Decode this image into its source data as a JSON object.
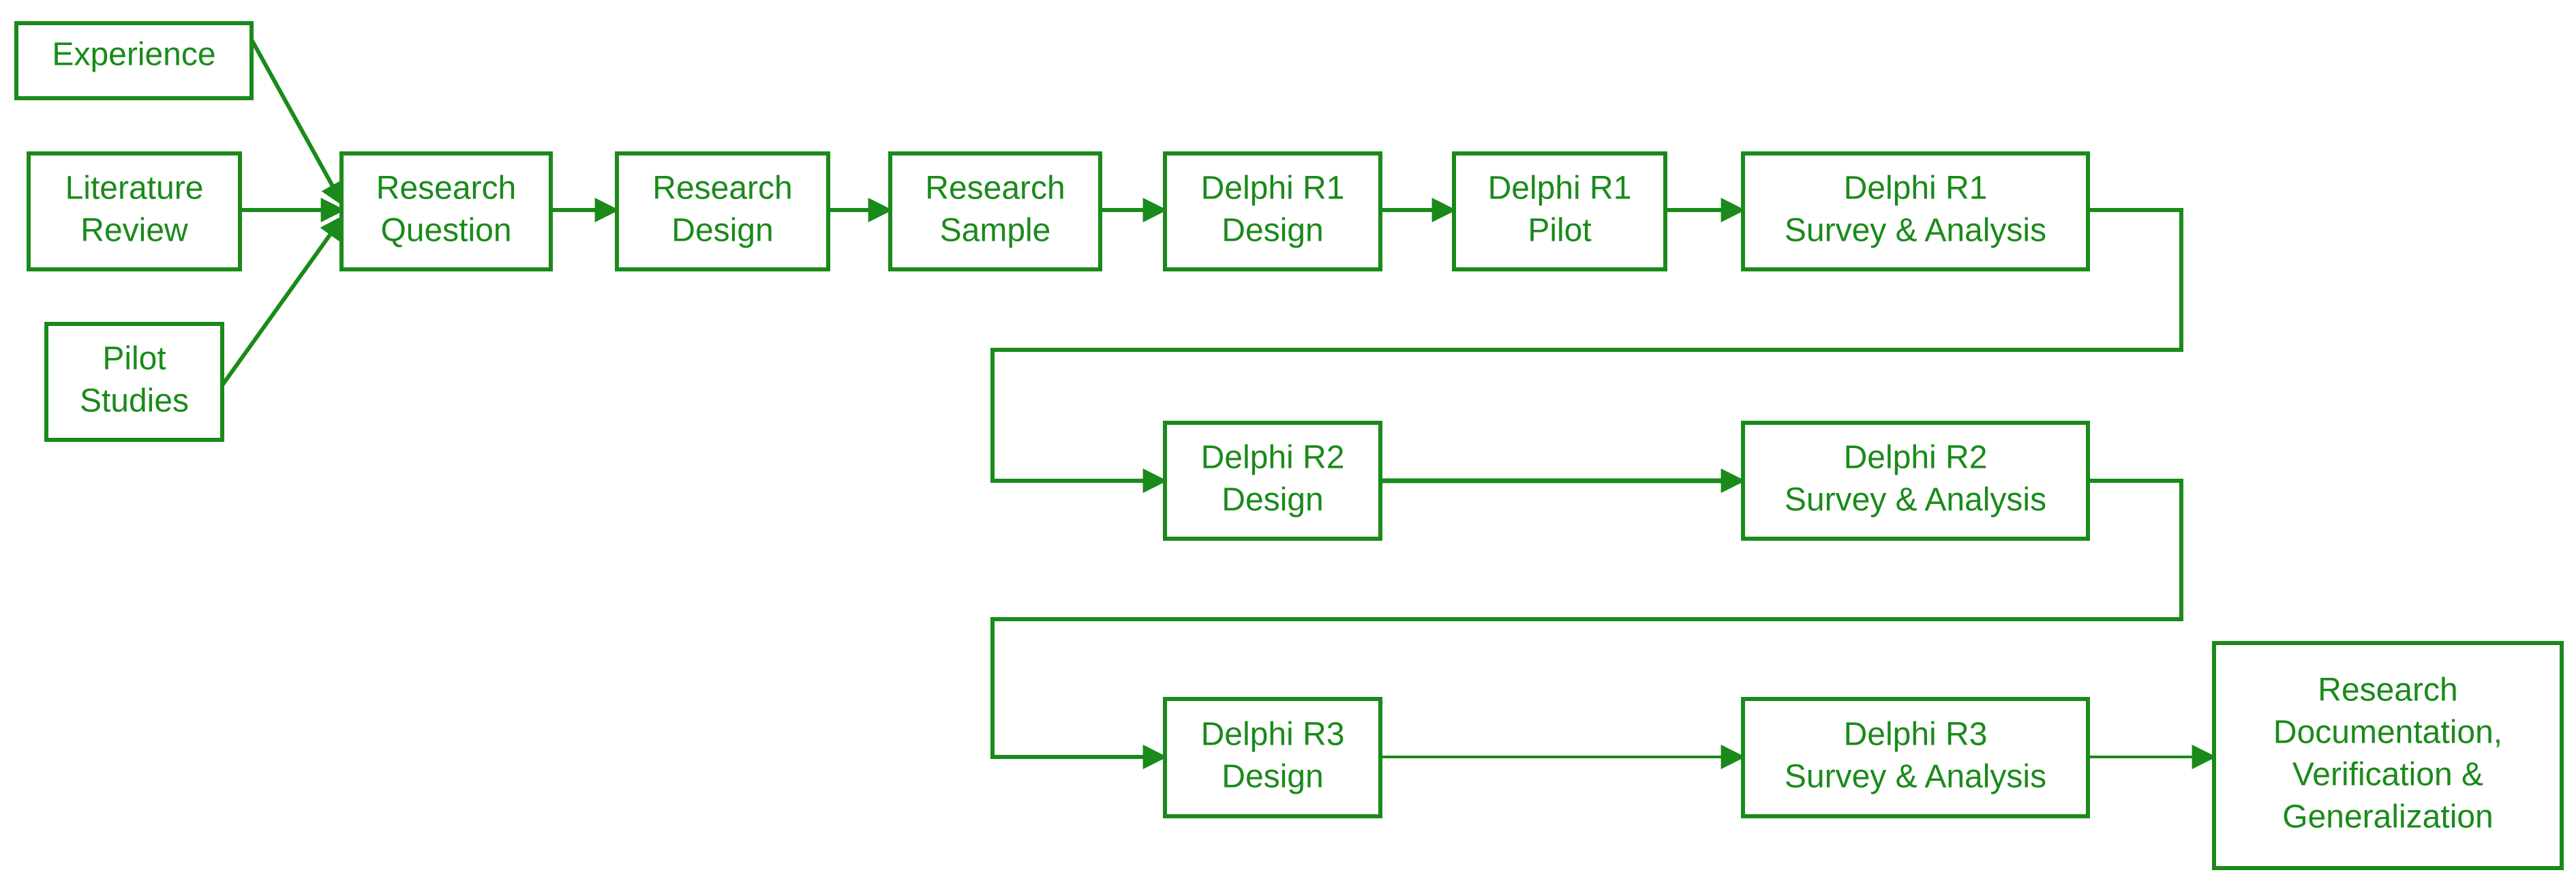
{
  "colors": {
    "accent": "#1a8a1a",
    "background": "#ffffff"
  },
  "nodes": {
    "experience": {
      "lines": [
        "Experience"
      ]
    },
    "literature_review": {
      "lines": [
        "Literature",
        "Review"
      ]
    },
    "pilot_studies": {
      "lines": [
        "Pilot",
        "Studies"
      ]
    },
    "research_question": {
      "lines": [
        "Research",
        "Question"
      ]
    },
    "research_design": {
      "lines": [
        "Research",
        "Design"
      ]
    },
    "research_sample": {
      "lines": [
        "Research",
        "Sample"
      ]
    },
    "delphi_r1_design": {
      "lines": [
        "Delphi R1",
        "Design"
      ]
    },
    "delphi_r1_pilot": {
      "lines": [
        "Delphi R1",
        "Pilot"
      ]
    },
    "delphi_r1_survey": {
      "lines": [
        "Delphi R1",
        "Survey & Analysis"
      ]
    },
    "delphi_r2_design": {
      "lines": [
        "Delphi R2",
        "Design"
      ]
    },
    "delphi_r2_survey": {
      "lines": [
        "Delphi R2",
        "Survey & Analysis"
      ]
    },
    "delphi_r3_design": {
      "lines": [
        "Delphi R3",
        "Design"
      ]
    },
    "delphi_r3_survey": {
      "lines": [
        "Delphi R3",
        "Survey & Analysis"
      ]
    },
    "research_documentation": {
      "lines": [
        "Research",
        "Documentation,",
        "Verification &",
        "Generalization"
      ]
    }
  },
  "edges": [
    {
      "from": "experience",
      "to": "research_question"
    },
    {
      "from": "literature_review",
      "to": "research_question"
    },
    {
      "from": "pilot_studies",
      "to": "research_question"
    },
    {
      "from": "research_question",
      "to": "research_design"
    },
    {
      "from": "research_design",
      "to": "research_sample"
    },
    {
      "from": "research_sample",
      "to": "delphi_r1_design"
    },
    {
      "from": "delphi_r1_design",
      "to": "delphi_r1_pilot"
    },
    {
      "from": "delphi_r1_pilot",
      "to": "delphi_r1_survey"
    },
    {
      "from": "delphi_r1_survey",
      "to": "delphi_r2_design"
    },
    {
      "from": "delphi_r2_design",
      "to": "delphi_r2_survey"
    },
    {
      "from": "delphi_r2_survey",
      "to": "delphi_r3_design"
    },
    {
      "from": "delphi_r3_design",
      "to": "delphi_r3_survey"
    },
    {
      "from": "delphi_r3_survey",
      "to": "research_documentation"
    }
  ]
}
